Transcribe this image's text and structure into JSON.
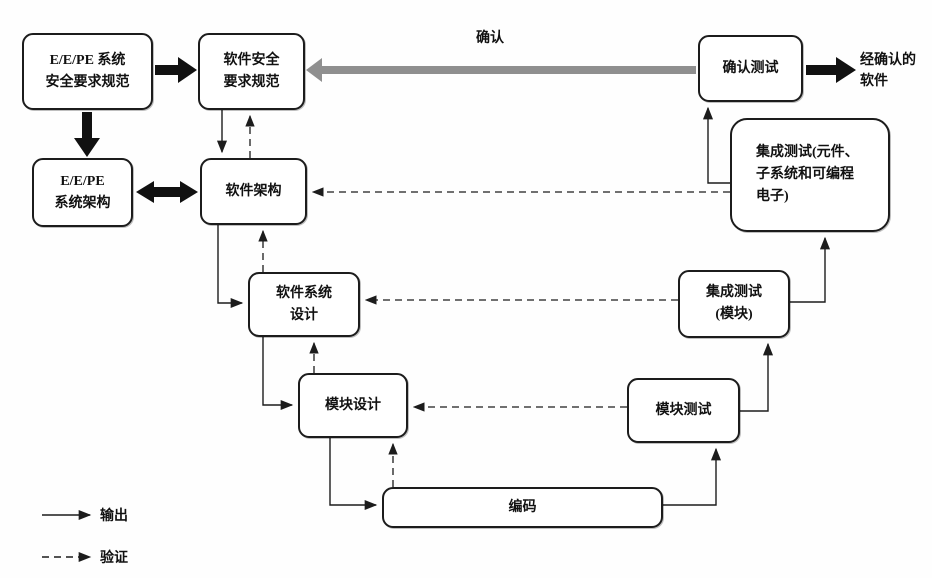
{
  "diagram": {
    "nodes": [
      {
        "id": "eepe-srs",
        "label": "E/E/PE 系统\n安全要求规范"
      },
      {
        "id": "sw-srs",
        "label": "软件安全\n要求规范"
      },
      {
        "id": "eepe-arch",
        "label": "E/E/PE\n系统架构"
      },
      {
        "id": "sw-arch",
        "label": "软件架构"
      },
      {
        "id": "sw-sys-design",
        "label": "软件系统\n设计"
      },
      {
        "id": "module-design",
        "label": "模块设计"
      },
      {
        "id": "coding",
        "label": "编码"
      },
      {
        "id": "module-test",
        "label": "模块测试"
      },
      {
        "id": "int-test-module",
        "label": "集成测试\n(模块)"
      },
      {
        "id": "int-test-components",
        "label": "集成测试(元件、\n子系统和可编程\n电子)"
      },
      {
        "id": "validation-test",
        "label": "确认测试"
      }
    ],
    "labels": {
      "validated_software": "经确认的\n软件",
      "confirm_arrow": "确认"
    },
    "legend": [
      {
        "style": "solid",
        "label": "输出"
      },
      {
        "style": "dashed",
        "label": "验证"
      }
    ],
    "colors": {
      "line": "#1c1c1c",
      "thick_arrow": "#111111",
      "gray_arrow": "#8f8f8f",
      "box_border": "#1c1c1c",
      "box_fill": "#ffffff",
      "background": "#fefefe"
    }
  }
}
